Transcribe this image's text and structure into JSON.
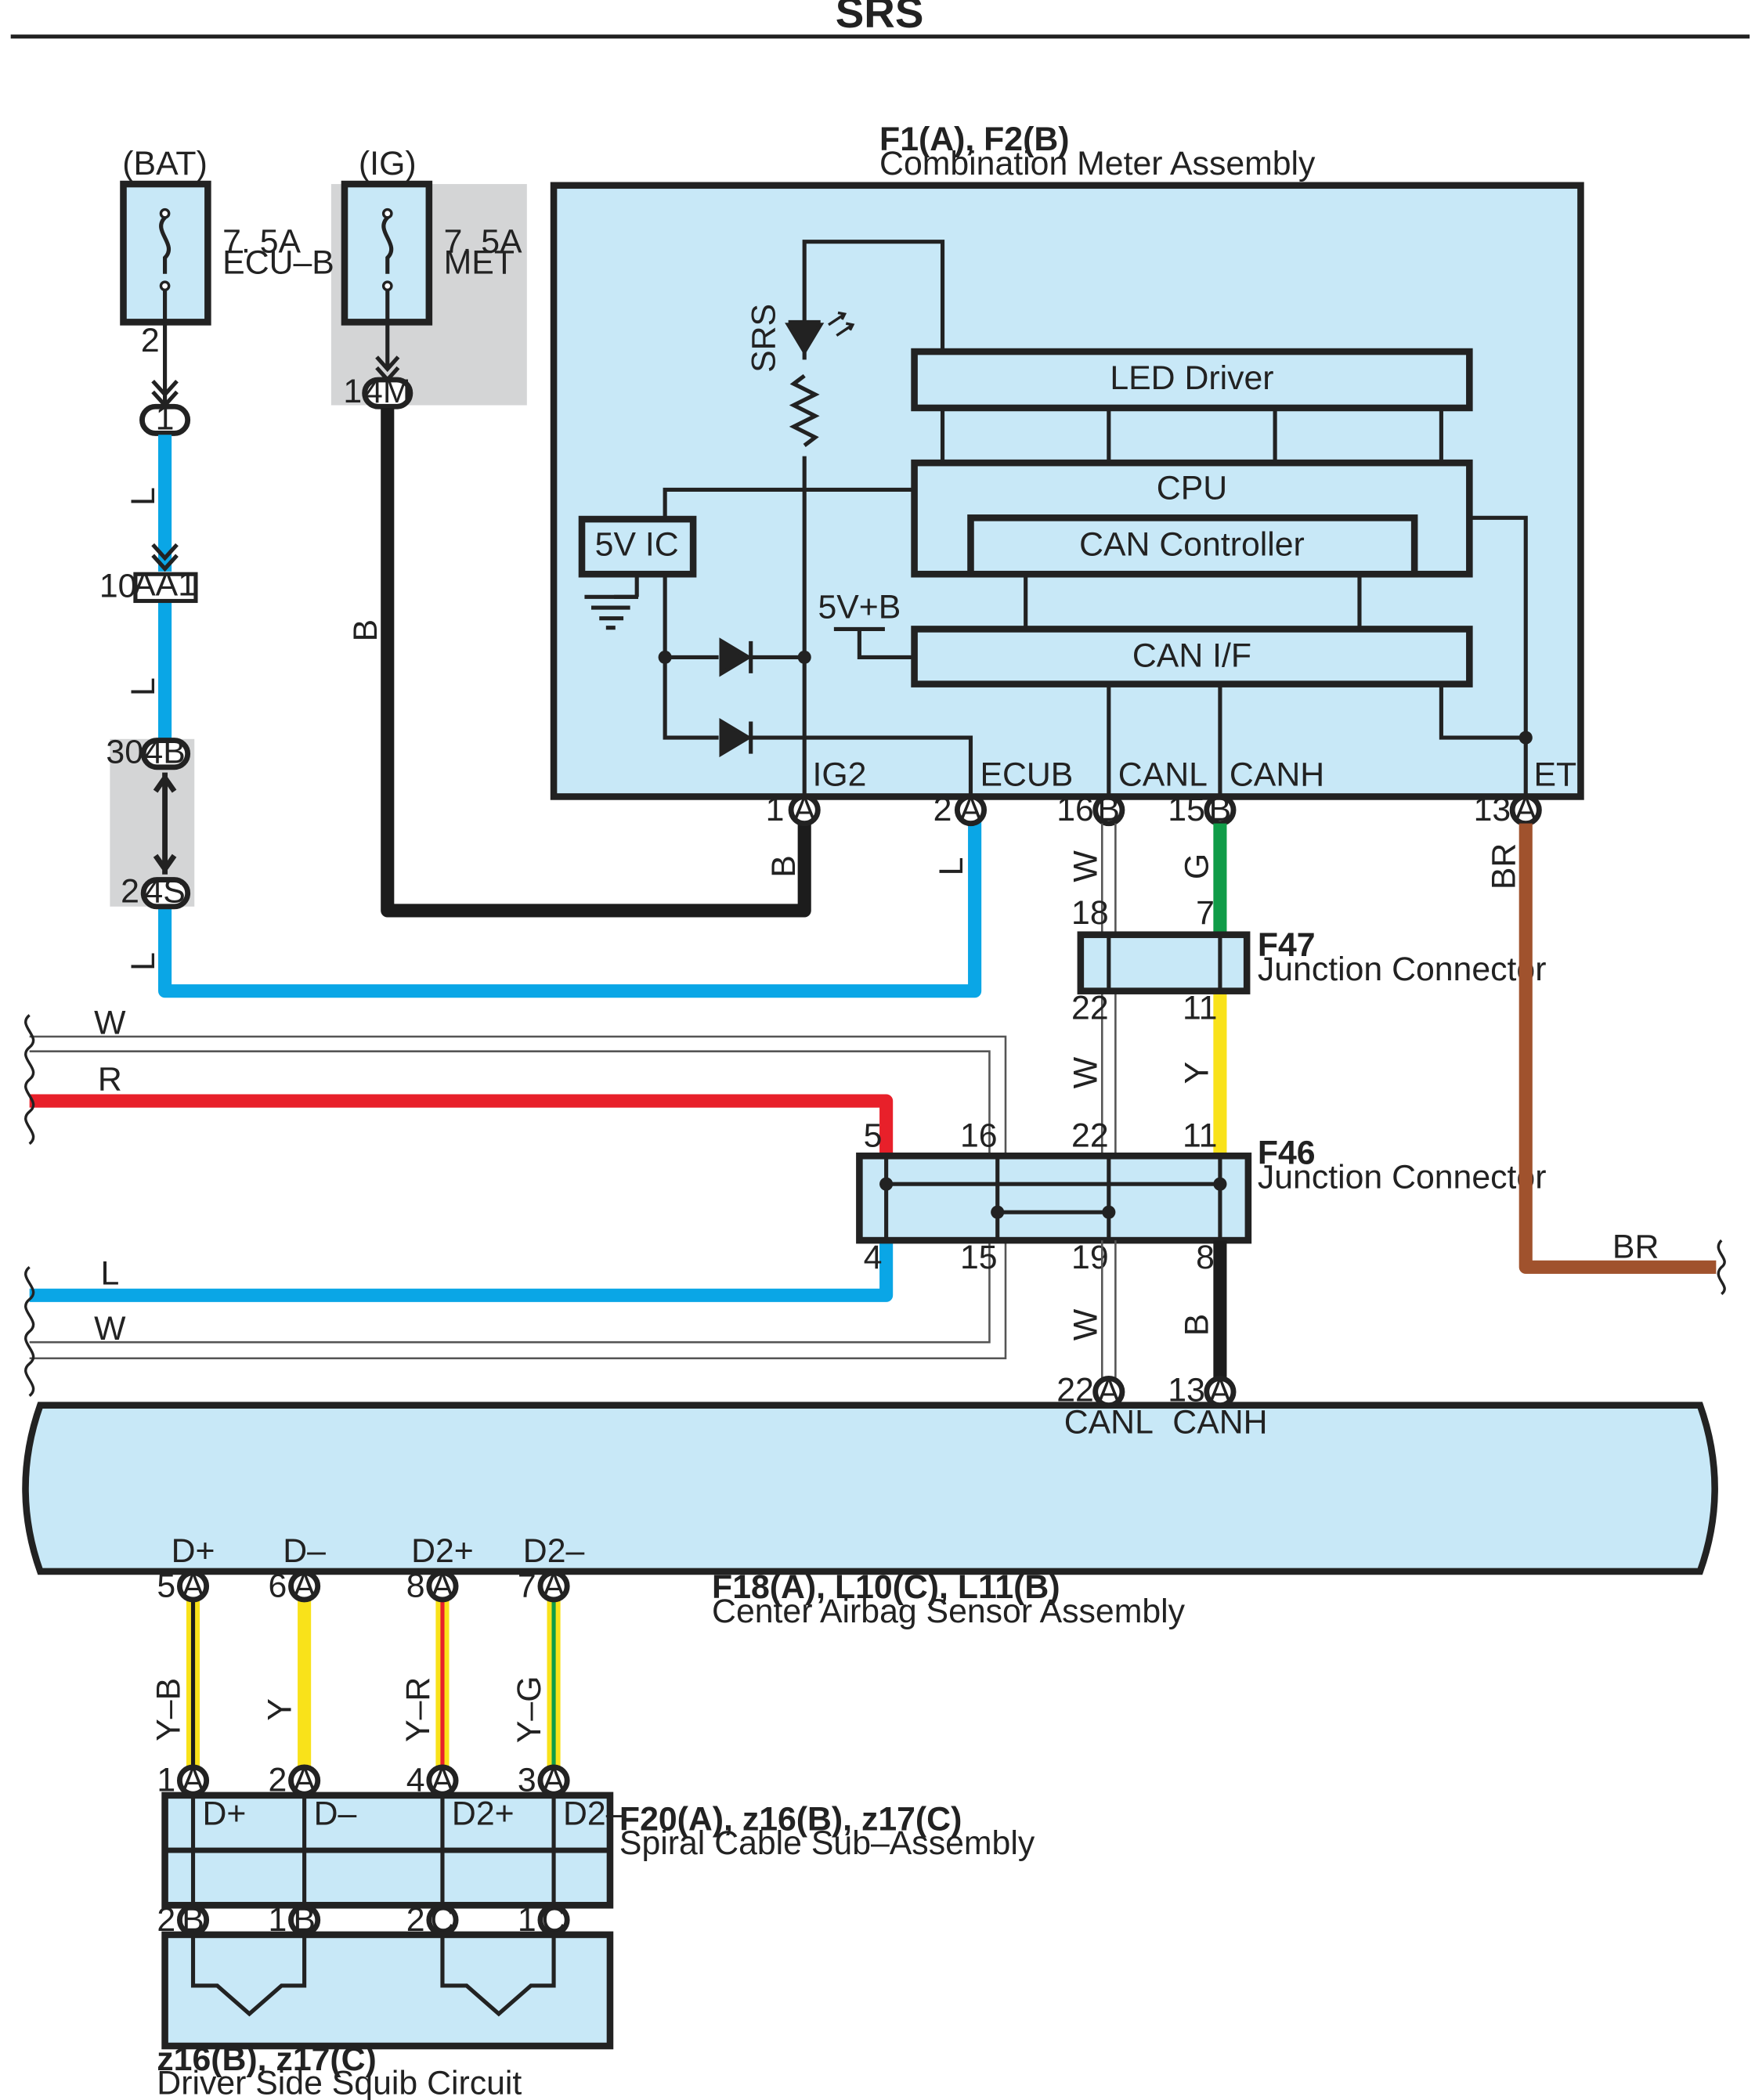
{
  "title": "SRS",
  "fuses": [
    {
      "supply": "(BAT)",
      "rating": "7. 5A",
      "name": "ECU–B",
      "pin": "2"
    },
    {
      "supply": "(IG)",
      "rating": "7. 5A",
      "name": "MET",
      "pin": "1"
    }
  ],
  "connectors": {
    "c1": "1",
    "aa1": "AA1",
    "aa1_pin": "10",
    "c4b": "4B",
    "c4b_pin": "30",
    "c4s": "4S",
    "c4s_pin": "2",
    "c4m": "4M"
  },
  "wire_colors": {
    "L": "L",
    "B": "B",
    "W": "W",
    "G": "G",
    "Y": "Y",
    "BR": "BR",
    "R": "R",
    "YB": "Y–B",
    "YR": "Y–R",
    "YG": "Y–G"
  },
  "meter": {
    "ref": "F1(A), F2(B)",
    "name": "Combination Meter Assembly",
    "led_label": "SRS",
    "blocks": {
      "led_driver": "LED Driver",
      "cpu": "CPU",
      "can_ctrl": "CAN Controller",
      "can_if": "CAN I/F",
      "ic5v": "5V IC",
      "v5b": "5V+B"
    },
    "terminals": [
      {
        "name": "IG2",
        "pin": "1",
        "conn": "A"
      },
      {
        "name": "ECUB",
        "pin": "2",
        "conn": "A"
      },
      {
        "name": "CANL",
        "pin": "16",
        "conn": "B"
      },
      {
        "name": "CANH",
        "pin": "15",
        "conn": "B"
      },
      {
        "name": "ET",
        "pin": "13",
        "conn": "A"
      }
    ]
  },
  "f47": {
    "ref": "F47",
    "name": "Junction Connector",
    "pins": [
      "18",
      "7",
      "22",
      "11"
    ]
  },
  "f46": {
    "ref": "F46",
    "name": "Junction Connector",
    "pins": [
      "5",
      "16",
      "22",
      "11",
      "4",
      "15",
      "19",
      "8"
    ]
  },
  "sensor": {
    "ref": "F18(A), L10(C), L11(B)",
    "name": "Center Airbag Sensor Assembly",
    "top_terminals": [
      {
        "name": "CANL",
        "pin": "22",
        "conn": "A"
      },
      {
        "name": "CANH",
        "pin": "13",
        "conn": "A"
      }
    ],
    "bottom_terminals": [
      {
        "name": "D+",
        "pin": "5",
        "conn": "A"
      },
      {
        "name": "D–",
        "pin": "6",
        "conn": "A"
      },
      {
        "name": "D2+",
        "pin": "8",
        "conn": "A"
      },
      {
        "name": "D2–",
        "pin": "7",
        "conn": "A"
      }
    ]
  },
  "spiral": {
    "ref": "F20(A), z16(B), z17(C)",
    "name": "Spiral Cable Sub–Assembly",
    "top_pins": [
      {
        "pin": "1",
        "conn": "A"
      },
      {
        "pin": "2",
        "conn": "A"
      },
      {
        "pin": "4",
        "conn": "A"
      },
      {
        "pin": "3",
        "conn": "A"
      }
    ],
    "labels": [
      "D+",
      "D–",
      "D2+",
      "D2–"
    ],
    "bottom_pins": [
      {
        "pin": "2",
        "conn": "B"
      },
      {
        "pin": "1",
        "conn": "B"
      },
      {
        "pin": "2",
        "conn": "C"
      },
      {
        "pin": "1",
        "conn": "C"
      }
    ]
  },
  "squib": {
    "ref": "z16(B), z17(C)",
    "name": "Driver Side Squib Circuit"
  },
  "colors": {
    "L": "#0aa6e6",
    "B": "#1c1c1c",
    "G": "#109c48",
    "Y": "#f9e21a",
    "BR": "#a0522d",
    "R": "#e8202a",
    "fill": "#c8e8f7",
    "gray": "#d4d5d6"
  }
}
